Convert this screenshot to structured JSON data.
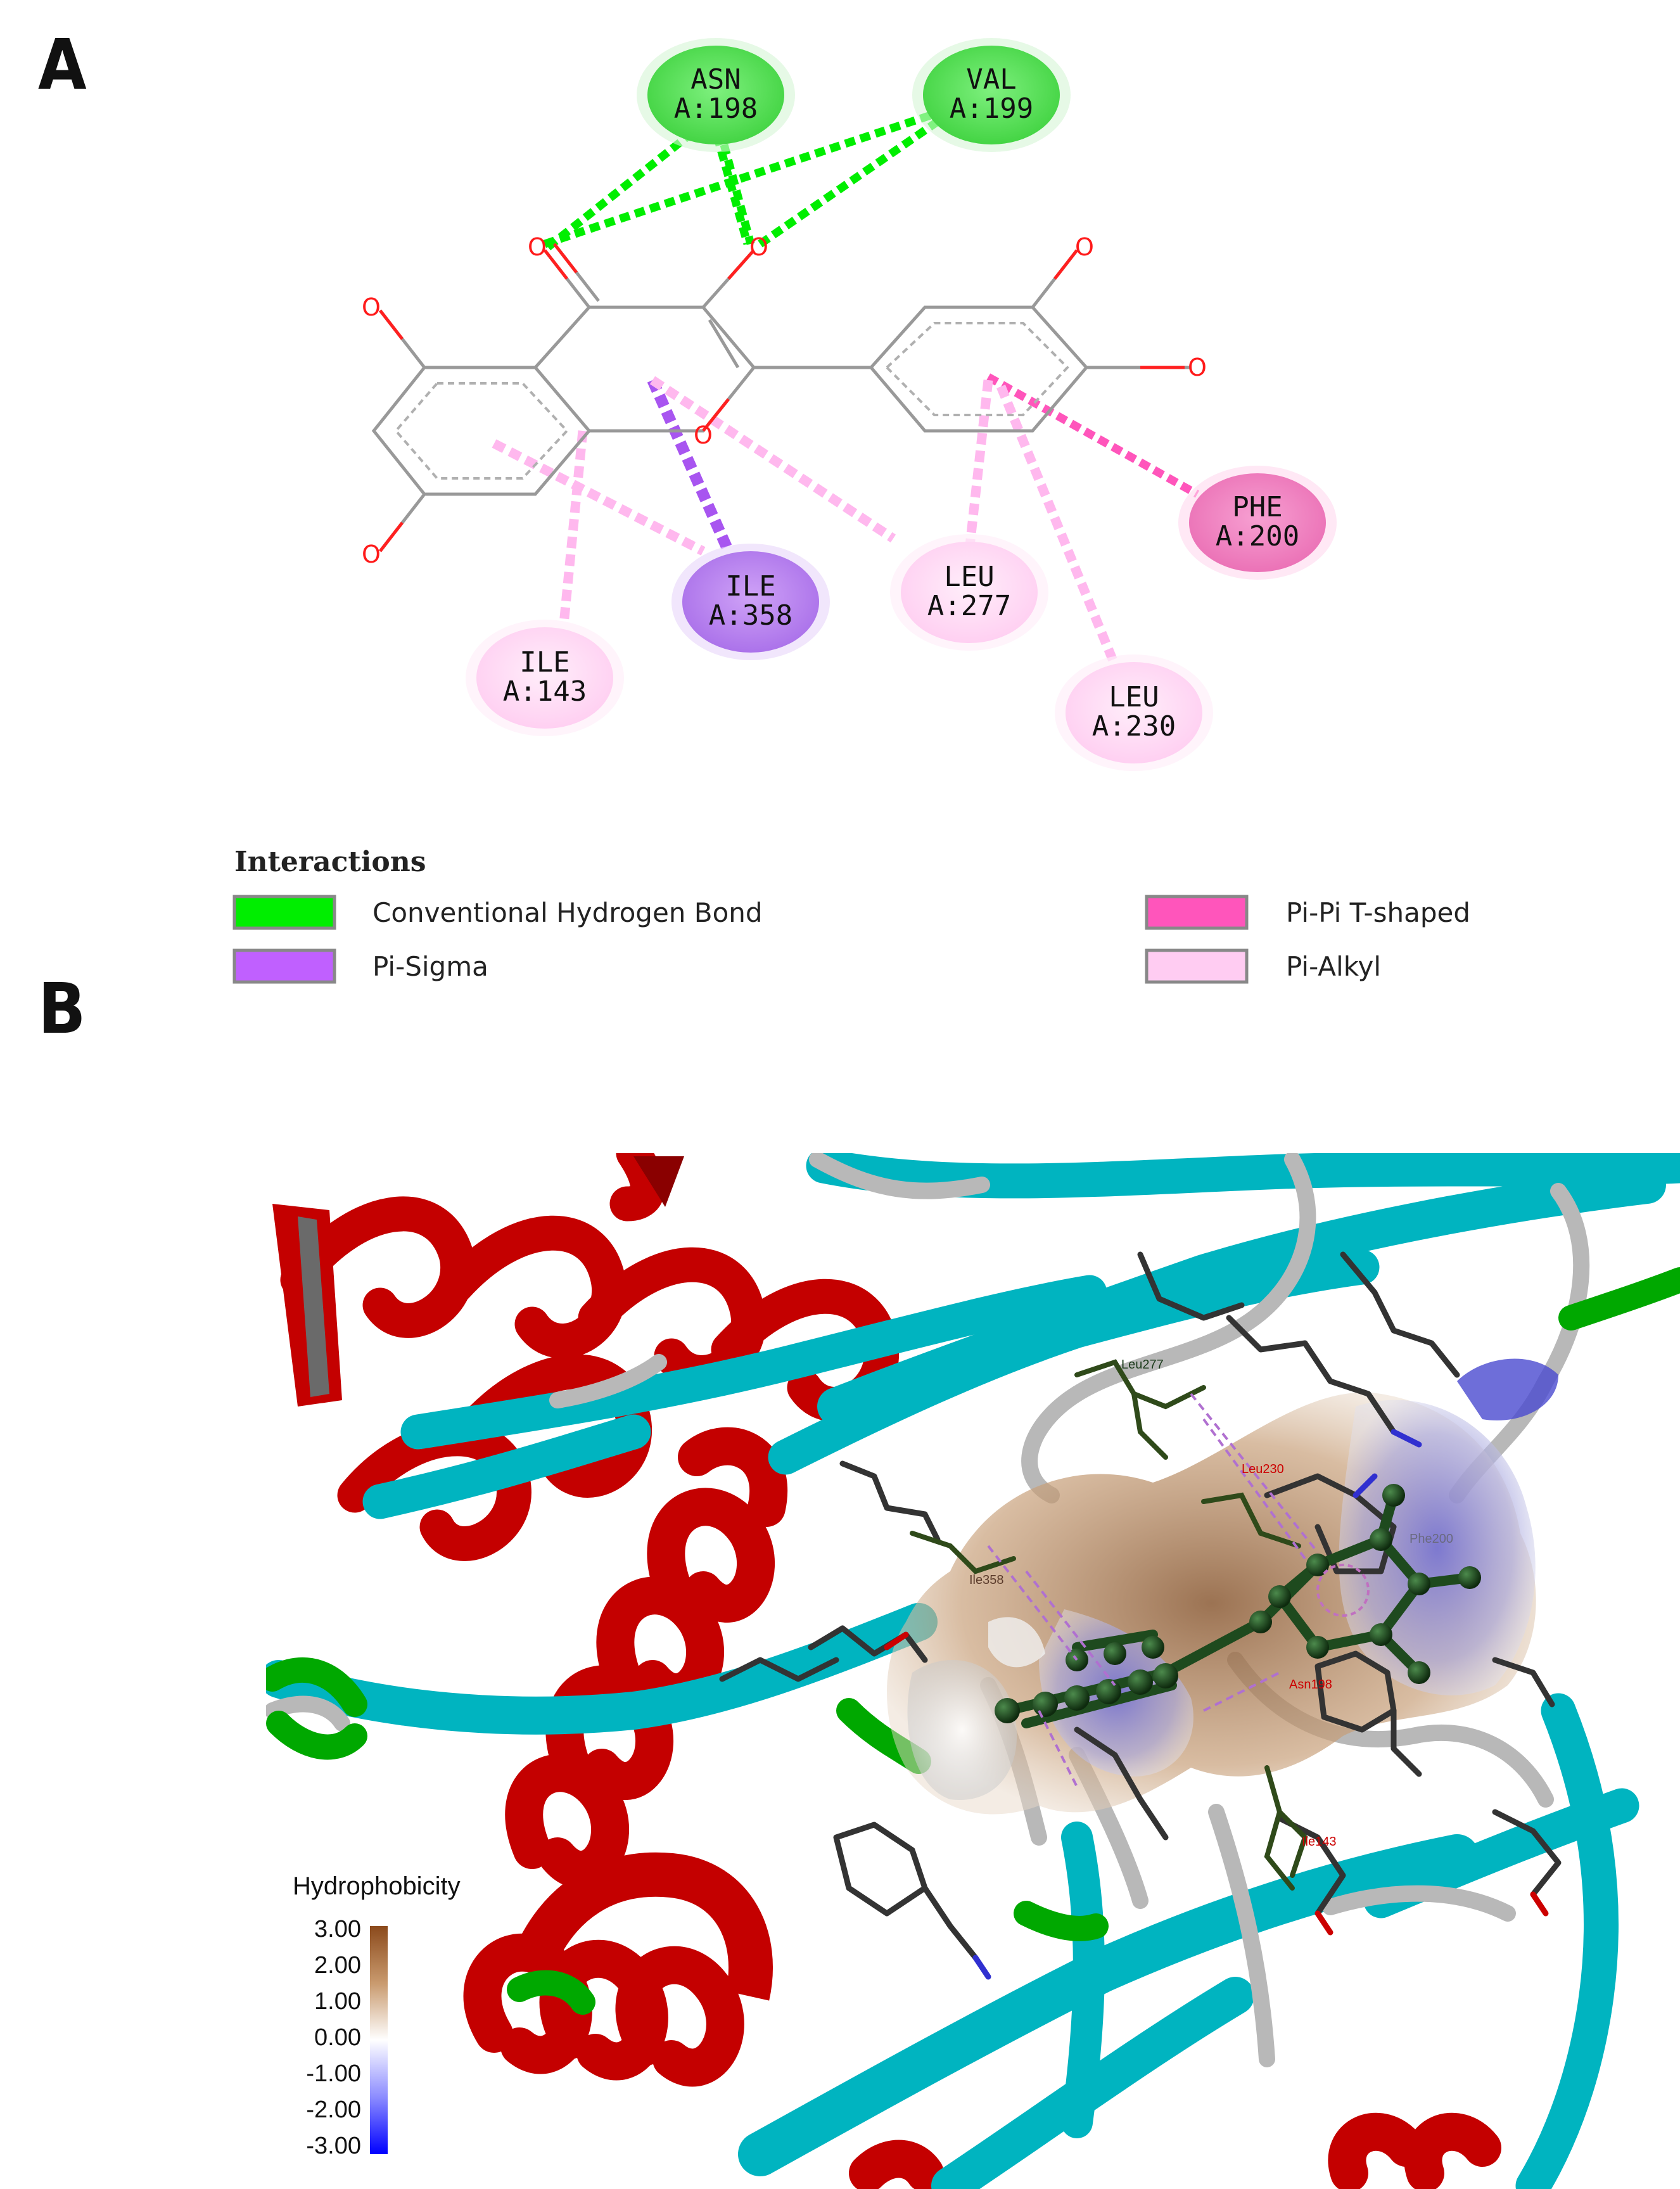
{
  "panels": {
    "a_label": "A",
    "b_label": "B"
  },
  "residues": [
    {
      "id": "asn198",
      "name": "ASN",
      "num": "A:198",
      "type": "hbond"
    },
    {
      "id": "val199",
      "name": "VAL",
      "num": "A:199",
      "type": "hbond"
    },
    {
      "id": "phe200",
      "name": "PHE",
      "num": "A:200",
      "type": "pipi"
    },
    {
      "id": "leu277",
      "name": "LEU",
      "num": "A:277",
      "type": "pialkyl"
    },
    {
      "id": "ile358",
      "name": "ILE",
      "num": "A:358",
      "type": "pisigma"
    },
    {
      "id": "ile143",
      "name": "ILE",
      "num": "A:143",
      "type": "pialkyl"
    },
    {
      "id": "leu230",
      "name": "LEU",
      "num": "A:230",
      "type": "pialkyl"
    }
  ],
  "atom_label": "O",
  "legend": {
    "title": "Interactions",
    "items": [
      {
        "label": "Conventional Hydrogen Bond",
        "color": "#00ee00"
      },
      {
        "label": "Pi-Sigma",
        "color": "#c060ff"
      },
      {
        "label": "Pi-Pi T-shaped",
        "color": "#ff55bb"
      },
      {
        "label": "Pi-Alkyl",
        "color": "#ffccf2"
      }
    ]
  },
  "structure_labels": {
    "leu277": "Leu277",
    "leu230": "Leu230",
    "ile358": "Ile358",
    "phe200": "Phe200",
    "asn198": "Asn198",
    "ile143": "Ile143"
  },
  "hydrophobicity": {
    "title": "Hydrophobicity",
    "ticks": [
      "3.00",
      "2.00",
      "1.00",
      "0.00",
      "-1.00",
      "-2.00",
      "-3.00"
    ],
    "colors": {
      "high": "#8b4a1c",
      "mid": "#ffffff",
      "low": "#0000ff"
    }
  },
  "colors": {
    "hbond": "#00ee00",
    "hbond_node": "#55dd55",
    "pisigma": "#a855f0",
    "pisigma_node": "#b57af0",
    "pipi": "#ff55bb",
    "pipi_node": "#f07ac0",
    "pialkyl": "#ffb8ee",
    "pialkyl_node": "#ffd6f6",
    "helix": "#cc0000",
    "sheet": "#00b4c0",
    "coil": "#b0b0b0",
    "turn": "#00b000",
    "ligand": "#1e3d1e"
  }
}
